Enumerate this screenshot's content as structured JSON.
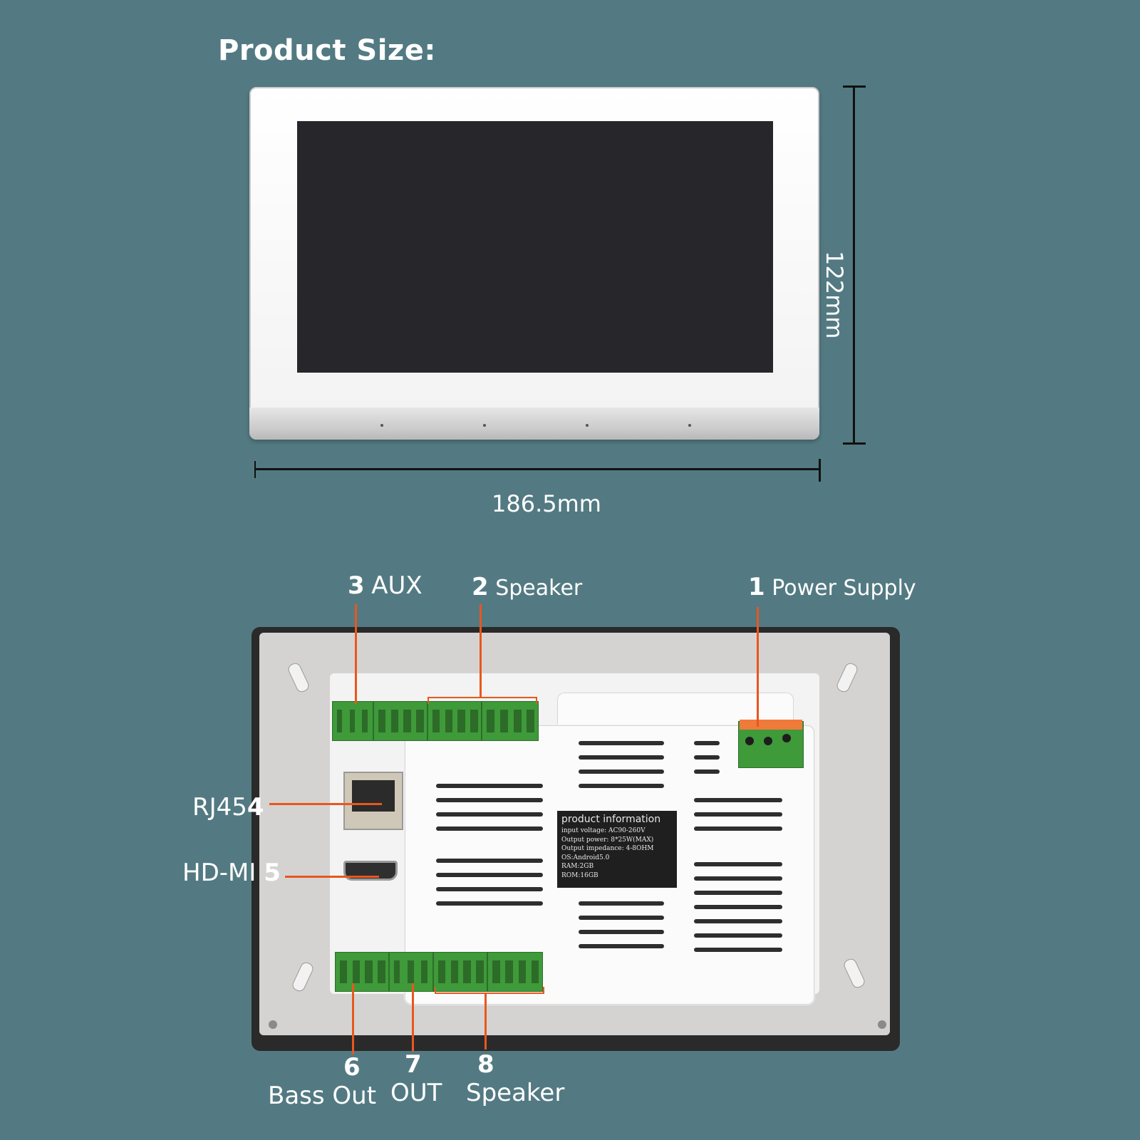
{
  "title": "Product Size:",
  "dimensions": {
    "width": "186.5mm",
    "height": "122mm"
  },
  "info_label": {
    "title": "product information",
    "lines": [
      "input voltage: AC90-260V",
      "Output power: 8*25W(MAX)",
      "Output impedance: 4-8OHM",
      "OS:Android5.0",
      "RAM:2GB",
      "ROM:16GB"
    ]
  },
  "callouts": {
    "c1": {
      "num": "1",
      "label": "Power Supply"
    },
    "c2": {
      "num": "2",
      "label": "Speaker"
    },
    "c3": {
      "num": "3",
      "label": "AUX"
    },
    "c4": {
      "num": "4",
      "label": "RJ45"
    },
    "c5": {
      "num": "5",
      "label": "HD-MI"
    },
    "c6": {
      "num": "6",
      "label": "Bass Out"
    },
    "c7": {
      "num": "7",
      "label": "OUT"
    },
    "c8": {
      "num": "8",
      "label": "Speaker"
    }
  },
  "colors": {
    "background": "#537a82",
    "callout": "#e8571e",
    "terminal": "#3f9a3a"
  }
}
